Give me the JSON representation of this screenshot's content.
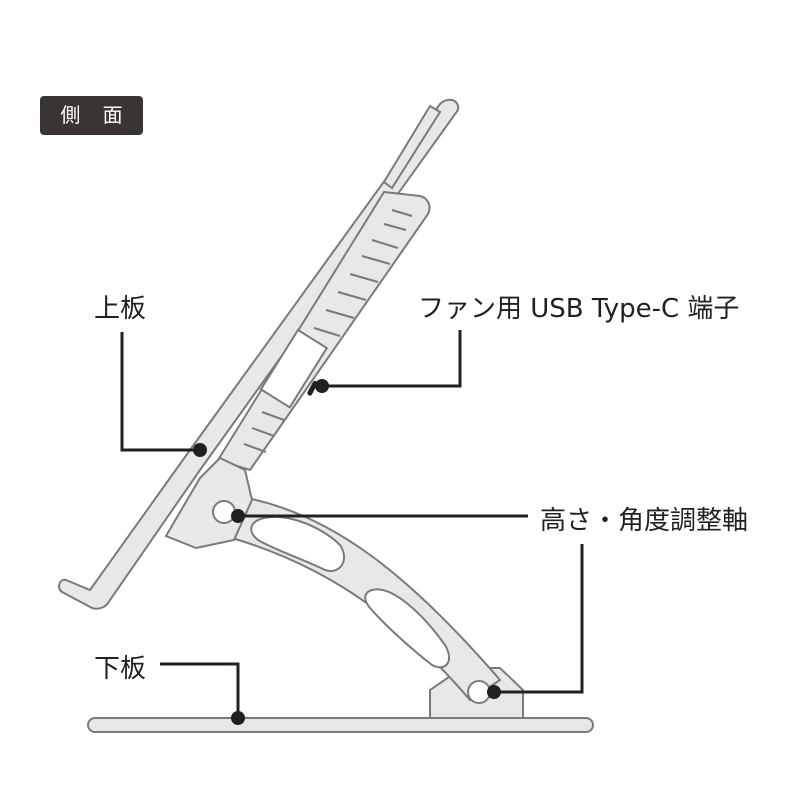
{
  "badge": {
    "label": "側 面"
  },
  "labels": {
    "top_plate": "上板",
    "usb_port": "ファン用 USB Type-C 端子",
    "hinge": "高さ・角度調整軸",
    "bottom_plate": "下板"
  },
  "colors": {
    "outline": "#7a7a7a",
    "fill": "#e8e8e8",
    "line": "#231f20",
    "badge": "#3a3533"
  }
}
